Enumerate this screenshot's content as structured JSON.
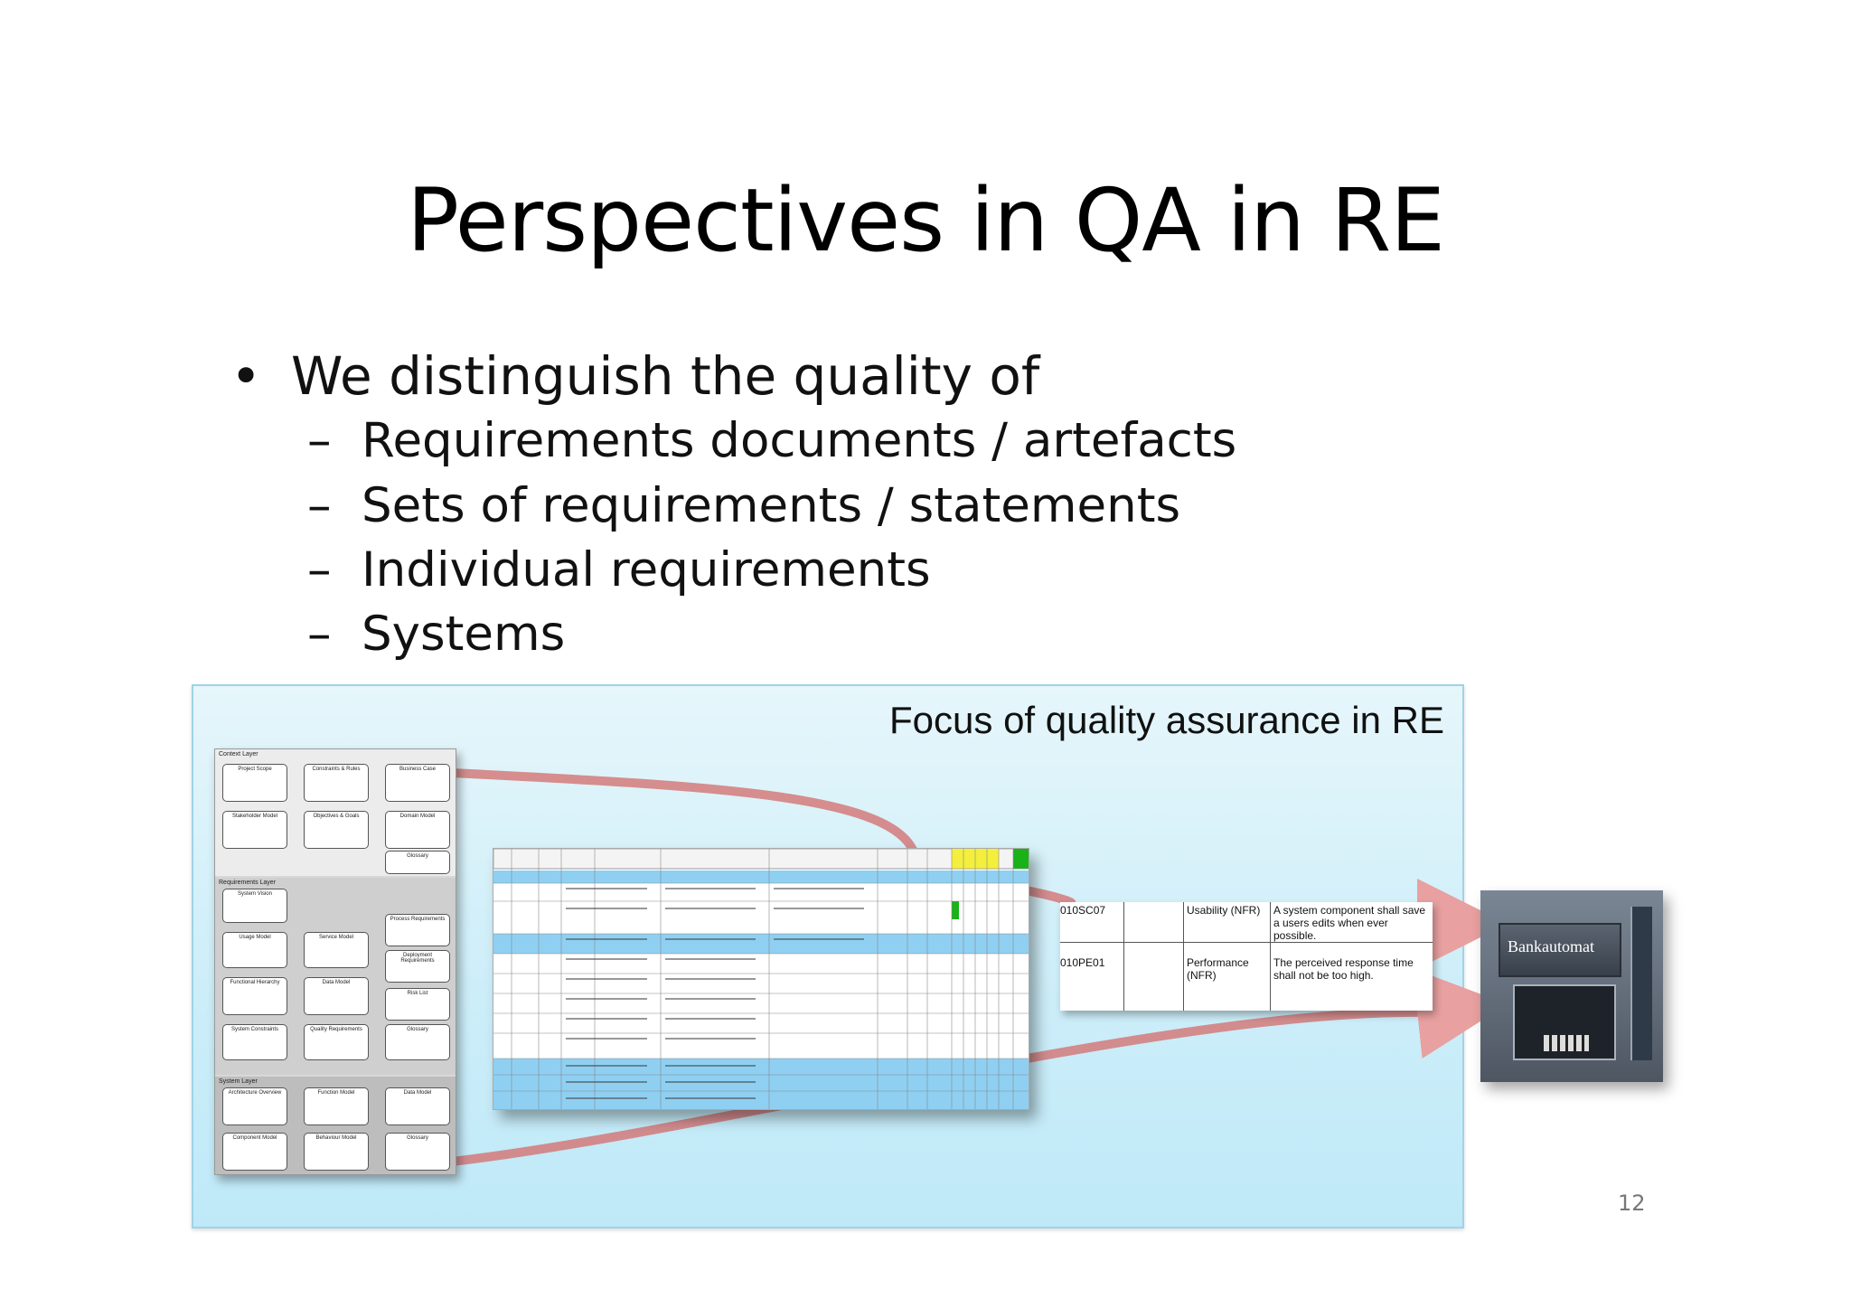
{
  "slide": {
    "title": "Perspectives in QA in RE",
    "bullet": "We distinguish the quality of",
    "sub_bullets": [
      "Requirements documents / artefacts",
      "Sets of requirements / statements",
      "Individual requirements",
      "Systems"
    ],
    "page_number": "12"
  },
  "figure": {
    "caption": "Focus of quality assurance in RE",
    "model_panel": {
      "layers": [
        "Context Layer",
        "Requirements Layer",
        "System Layer"
      ],
      "boxes": [
        "Project Scope",
        "Constraints & Rules",
        "Business Case",
        "Stakeholder Model",
        "Objectives & Goals",
        "Domain Model",
        "Glossary",
        "System Vision",
        "Usage Model",
        "Service Model",
        "Process Requirements",
        "Deployment Requirements",
        "Functional Hierarchy",
        "Data Model",
        "Risk List",
        "System Constraints",
        "Quality Requirements",
        "Glossary",
        "Architecture Overview",
        "Function Model",
        "Data Model",
        "Component Model",
        "Behaviour Model",
        "Glossary"
      ]
    },
    "excerpt": {
      "rows": [
        {
          "id": "010SC07",
          "category": "Usability (NFR)",
          "text": "A system component shall save a users edits when ever possible."
        },
        {
          "id": "010PE01",
          "category": "Performance (NFR)",
          "text": "The perceived response time shall not be too high."
        }
      ]
    },
    "atm_label": "Bankautomat",
    "colors": {
      "frame_bg": "#cdeef9",
      "arrow": "#d47a7a",
      "sheet_highlight": "#8fd0f2",
      "sheet_green": "#19b219",
      "sheet_yellow": "#f3ef3c"
    }
  }
}
